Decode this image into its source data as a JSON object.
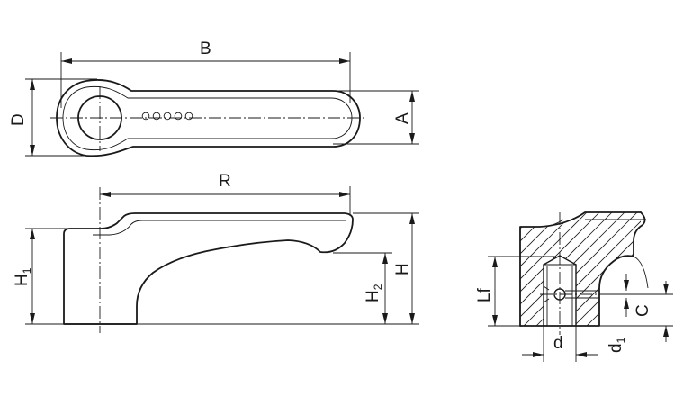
{
  "dimensions": {
    "B": "B",
    "D": "D",
    "A": "A",
    "R": "R",
    "H1_main": "H",
    "H1_sub": "1",
    "H2_main": "H",
    "H2_sub": "2",
    "H": "H",
    "Lf": "Lf",
    "C": "C",
    "d": "d",
    "d1_main": "d",
    "d1_sub": "1"
  },
  "views": [
    "top-view",
    "side-view",
    "section-view"
  ]
}
